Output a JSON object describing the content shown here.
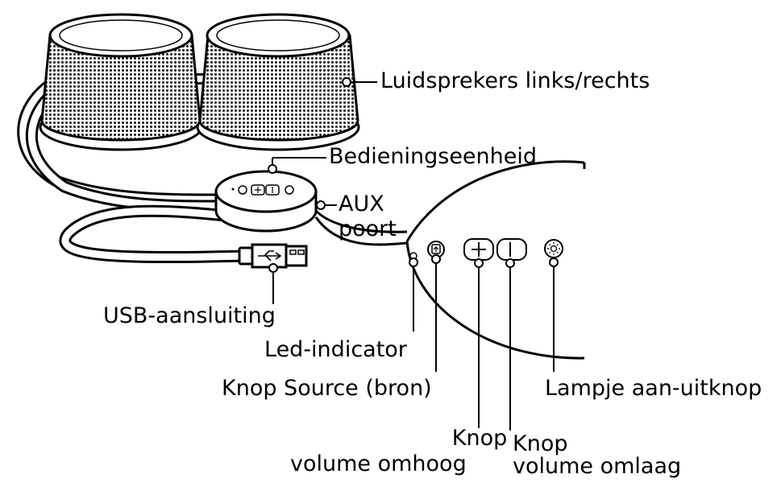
{
  "diagram": {
    "labels": {
      "speakers": "Luidsprekers links/rechts",
      "control_unit": "Bedieningseenheid",
      "aux_line1": "AUX",
      "aux_line2": "poort",
      "usb": "USB-aansluiting",
      "led": "Led-indicator",
      "source": "Knop Source (bron)",
      "light": "Lampje aan-uitknop",
      "vol_up_line1": "Knop",
      "vol_up_line2": "volume omhoog",
      "vol_down_line1": "Knop",
      "vol_down_line2": "volume omlaag"
    },
    "icons": [
      "led-dot-icon",
      "source-icon",
      "plus-icon",
      "minus-icon",
      "light-icon"
    ],
    "colors": {
      "ink": "#000000",
      "background": "#ffffff"
    }
  }
}
